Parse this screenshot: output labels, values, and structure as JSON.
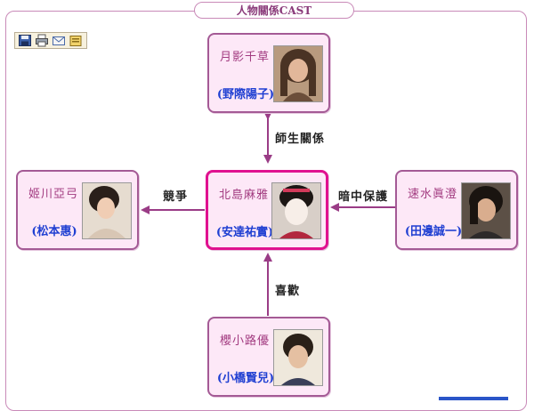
{
  "header": {
    "title": "人物關係CAST"
  },
  "toolbar": {
    "buttons": [
      "save-icon",
      "print-icon",
      "email-icon",
      "edit-icon"
    ]
  },
  "characters": {
    "top": {
      "name": "月影千草",
      "actor": "(野際陽子)"
    },
    "left": {
      "name": "姬川亞弓",
      "actor": "(松本惠)"
    },
    "center": {
      "name": "北島麻雅",
      "actor": "(安達祐實)"
    },
    "right": {
      "name": "速水眞澄",
      "actor": "(田邊誠一)"
    },
    "bottom": {
      "name": "櫻小路優",
      "actor": "(小橋賢兒)"
    }
  },
  "relations": {
    "top_center": "師生關係",
    "left_center": "競爭",
    "right_center": "暗中保護",
    "bottom_center": "喜歡"
  },
  "colors": {
    "border": "#a45a95",
    "center_border": "#e0118f",
    "card_bg": "#fde8f7",
    "name": "#a23b80",
    "actor": "#1f3fd2",
    "arrow": "#9a3c86"
  }
}
